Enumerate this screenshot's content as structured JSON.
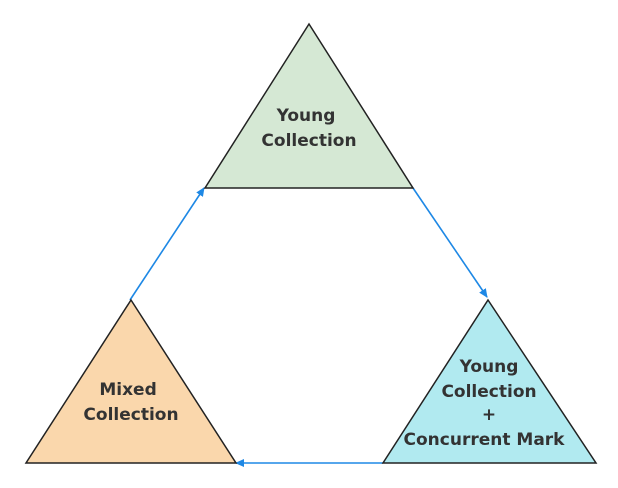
{
  "diagram": {
    "nodes": {
      "young": {
        "lines": [
          "Young",
          "Collection"
        ],
        "fill": "#d5e8d4"
      },
      "young_mark": {
        "lines": [
          "Young",
          "Collection",
          "+",
          "Concurrent Mark"
        ],
        "fill": "#b1eaf0"
      },
      "mixed": {
        "lines": [
          "Mixed",
          "Collection"
        ],
        "fill": "#fad7ac"
      }
    },
    "edge_color": "#1e88e5",
    "edges": [
      {
        "from": "young",
        "to": "young_mark"
      },
      {
        "from": "young_mark",
        "to": "mixed"
      },
      {
        "from": "mixed",
        "to": "young"
      }
    ]
  }
}
